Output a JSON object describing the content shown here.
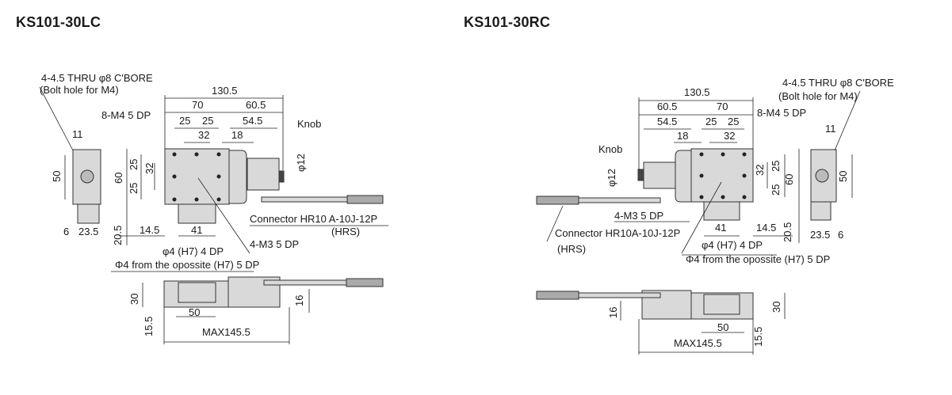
{
  "left": {
    "title": "KS101-30LC",
    "labels": {
      "thru": "4-4.5 THRU φ8 C'BORE",
      "bolt": "(Bolt hole for M4)",
      "d130": "130.5",
      "d70": "70",
      "d605": "60.5",
      "m4": "8-M4 5 DP",
      "d25a": "25",
      "d25b": "25",
      "d545": "54.5",
      "d32": "32",
      "d18": "18",
      "knob": "Knob",
      "d11": "11",
      "phi12": "φ12",
      "d50v": "50",
      "d60v": "60",
      "d25v1": "25",
      "d25v2": "25",
      "d32v": "32",
      "connector": "Connector HR10 A-10J-12P",
      "hrs": "(HRS)",
      "d6": "6",
      "d235": "23.5",
      "d205": "20.5",
      "d145": "14.5",
      "d41": "41",
      "m3": "4-M3 5 DP",
      "phi4": "φ4 (H7)  4 DP",
      "phi4b": "Φ4 from the opossite (H7) 5 DP",
      "d30": "30",
      "d16": "16",
      "d50": "50",
      "d155": "15.5",
      "max": "MAX145.5"
    }
  },
  "right": {
    "title": "KS101-30RC",
    "labels": {
      "thru": "4-4.5 THRU φ8 C'BORE",
      "bolt": "(Bolt hole for M4)",
      "d130": "130.5",
      "d605": "60.5",
      "d70": "70",
      "m4": "8-M4 5 DP",
      "d545": "54.5",
      "d25a": "25",
      "d25b": "25",
      "d18": "18",
      "d32": "32",
      "knob": "Knob",
      "d11": "11",
      "phi12": "φ12",
      "d32v": "32",
      "d25v1": "25",
      "d25v2": "25",
      "d60v": "60",
      "d50v": "50",
      "m3": "4-M3 5 DP",
      "d41": "41",
      "d145": "14.5",
      "d205": "20.5",
      "d235": "23.5",
      "d6": "6",
      "connector": "Connector HR10A-10J-12P",
      "hrs": "(HRS)",
      "phi4": "φ4 (H7)  4 DP",
      "phi4b": "Φ4 from the opossite (H7) 5 DP",
      "d16": "16",
      "d30": "30",
      "d50": "50",
      "d155": "15.5",
      "max": "MAX145.5"
    }
  },
  "colors": {
    "part": "#d9d9d9",
    "dark": "#333333",
    "line": "#222222"
  }
}
